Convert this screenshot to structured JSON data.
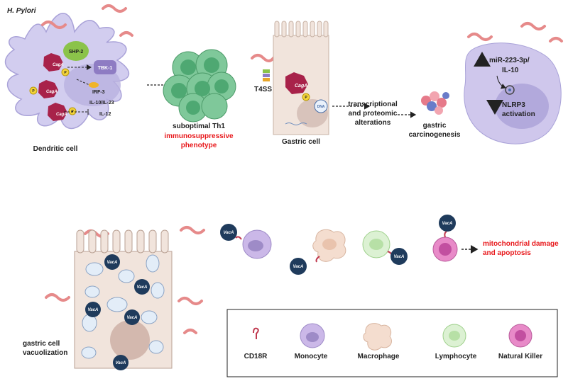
{
  "top": {
    "hpylori": "H. Pylori",
    "shp2": "SHP-2",
    "tbk1": "TBK-1",
    "irf3": "IRF-3",
    "il10il23": "IL-10/IL-23",
    "il12": "IL-12",
    "cagA": "CagA",
    "p": "P",
    "dendritic": "Dendritic cell",
    "th1": "suboptimal Th1",
    "immuno1": "immunosuppressive",
    "immuno2": "phenotype",
    "t4ss": "T4SS",
    "dna": "DNA",
    "gastric": "Gastric cell",
    "trans1": "transcriptional",
    "trans2": "and proteomic",
    "trans3": "alterations",
    "carc1": "gastric",
    "carc2": "carcinogenesis",
    "mir1": "miR-223-3p/",
    "mir2": "IL-10",
    "nlrp1": "NLRP3",
    "nlrp2": "activation"
  },
  "bottom": {
    "vacA": "VacA",
    "vac1": "gastric cell",
    "vac2": "vacuolization",
    "mito1": "mitochondrial damage",
    "mito2": "and apoptosis"
  },
  "legend": {
    "items": [
      "CD18R",
      "Monocyte",
      "Macrophage",
      "Lymphocyte",
      "Natural Killer"
    ]
  },
  "colors": {
    "accent_red": "#e8191c",
    "cagA": "#a8224a",
    "vacA": "#1f3b5c",
    "cell_purple": "#cfc7ec",
    "gastric_fill": "#f1e4dc"
  }
}
